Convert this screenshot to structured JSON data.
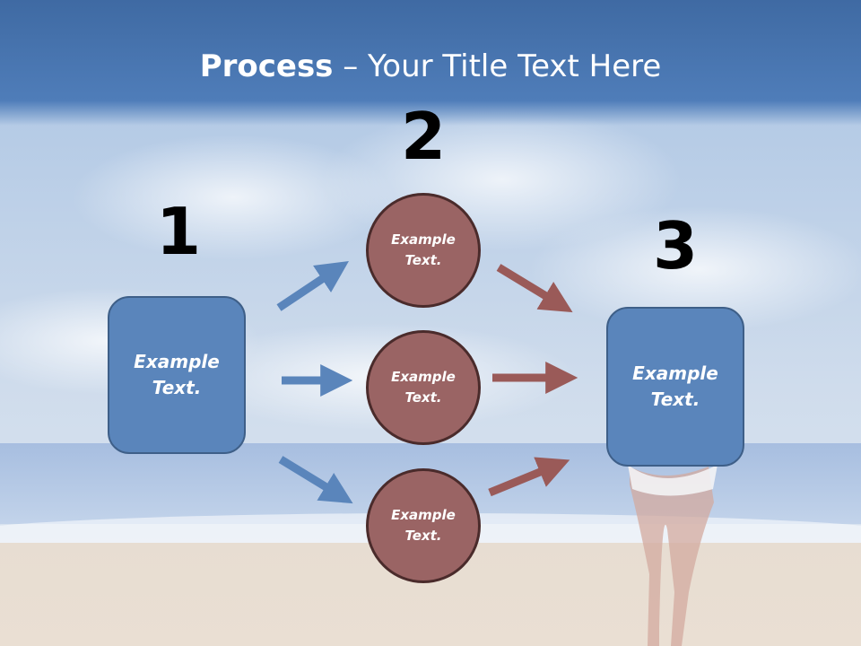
{
  "title": {
    "bold": "Process",
    "rest": " – Your Title Text Here"
  },
  "steps": {
    "one": "1",
    "two": "2",
    "three": "3"
  },
  "box_left": {
    "text": "Example Text."
  },
  "box_right": {
    "text": "Example Text."
  },
  "circles": [
    {
      "text": "Example Text."
    },
    {
      "text": "Example Text."
    },
    {
      "text": "Example Text."
    }
  ],
  "colors": {
    "box_fill": "#5a85bb",
    "circle_fill": "#9a6464",
    "arrow_blue": "#5a85bb",
    "arrow_red": "#9a5a58"
  }
}
